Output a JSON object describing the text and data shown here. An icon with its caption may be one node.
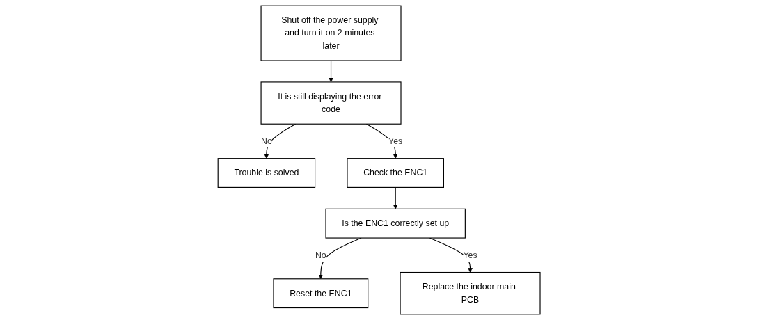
{
  "diagram": {
    "nodes": [
      {
        "text": [
          "Shut off the power supply and turn it on 2 minutes later"
        ]
      },
      {
        "text": [
          "It is still displaying the error code"
        ]
      },
      {
        "text": [
          "Trouble is solved"
        ]
      },
      {
        "text": [
          "Check the ENC1"
        ]
      },
      {
        "text": [
          "Is the ENC1 correctly set up"
        ]
      },
      {
        "text": [
          "Reset the ENC1"
        ]
      },
      {
        "text": [
          "Replace the indoor main PCB"
        ]
      }
    ],
    "edges": [
      {
        "from": 0,
        "to": 1,
        "arrow": "to"
      },
      {
        "from": 1,
        "to": 2,
        "arrow": "to",
        "label": "No"
      },
      {
        "from": 1,
        "to": 3,
        "arrow": "to",
        "label": "Yes"
      },
      {
        "from": 3,
        "to": 4,
        "arrow": "to"
      },
      {
        "from": 4,
        "to": 5,
        "arrow": "to",
        "label": "No"
      },
      {
        "from": 4,
        "to": 6,
        "arrow": "to",
        "label": "Yes"
      }
    ]
  }
}
